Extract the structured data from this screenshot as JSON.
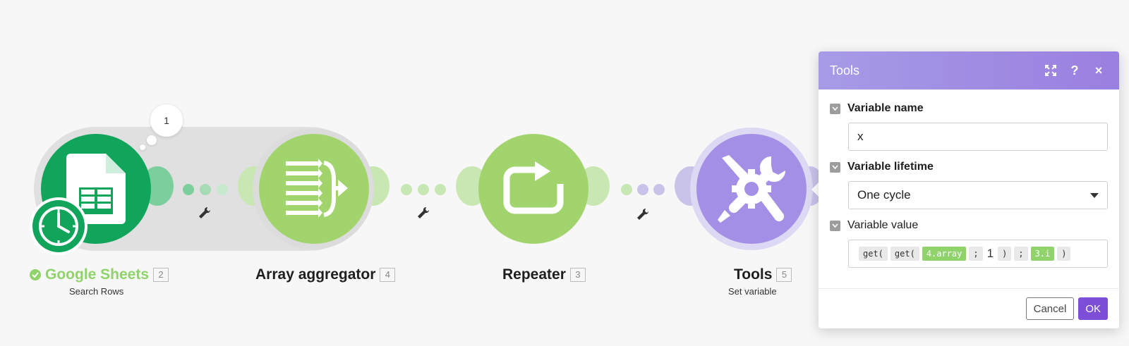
{
  "scenario": {
    "bubble_count": "1",
    "modules": [
      {
        "name": "Google Sheets",
        "index": "2",
        "action": "Search Rows",
        "status": "success"
      },
      {
        "name": "Array aggregator",
        "index": "4",
        "action": ""
      },
      {
        "name": "Repeater",
        "index": "3",
        "action": ""
      },
      {
        "name": "Tools",
        "index": "5",
        "action": "Set variable"
      }
    ],
    "colors": {
      "sheets": "#11a55c",
      "sheets_label": "#8fd36a",
      "aggregator": "#a2d46e",
      "repeater": "#a2d46e",
      "tools": "#a48fe6"
    }
  },
  "panel": {
    "title": "Tools",
    "fields": {
      "name_label": "Variable name",
      "name_value": "x",
      "lifetime_label": "Variable lifetime",
      "lifetime_value": "One cycle",
      "value_label": "Variable value",
      "value_tokens": [
        "get(",
        "get(",
        "4.array",
        ";",
        "1",
        ")",
        ";",
        "3.i",
        ")"
      ]
    },
    "cancel_label": "Cancel",
    "ok_label": "OK"
  }
}
